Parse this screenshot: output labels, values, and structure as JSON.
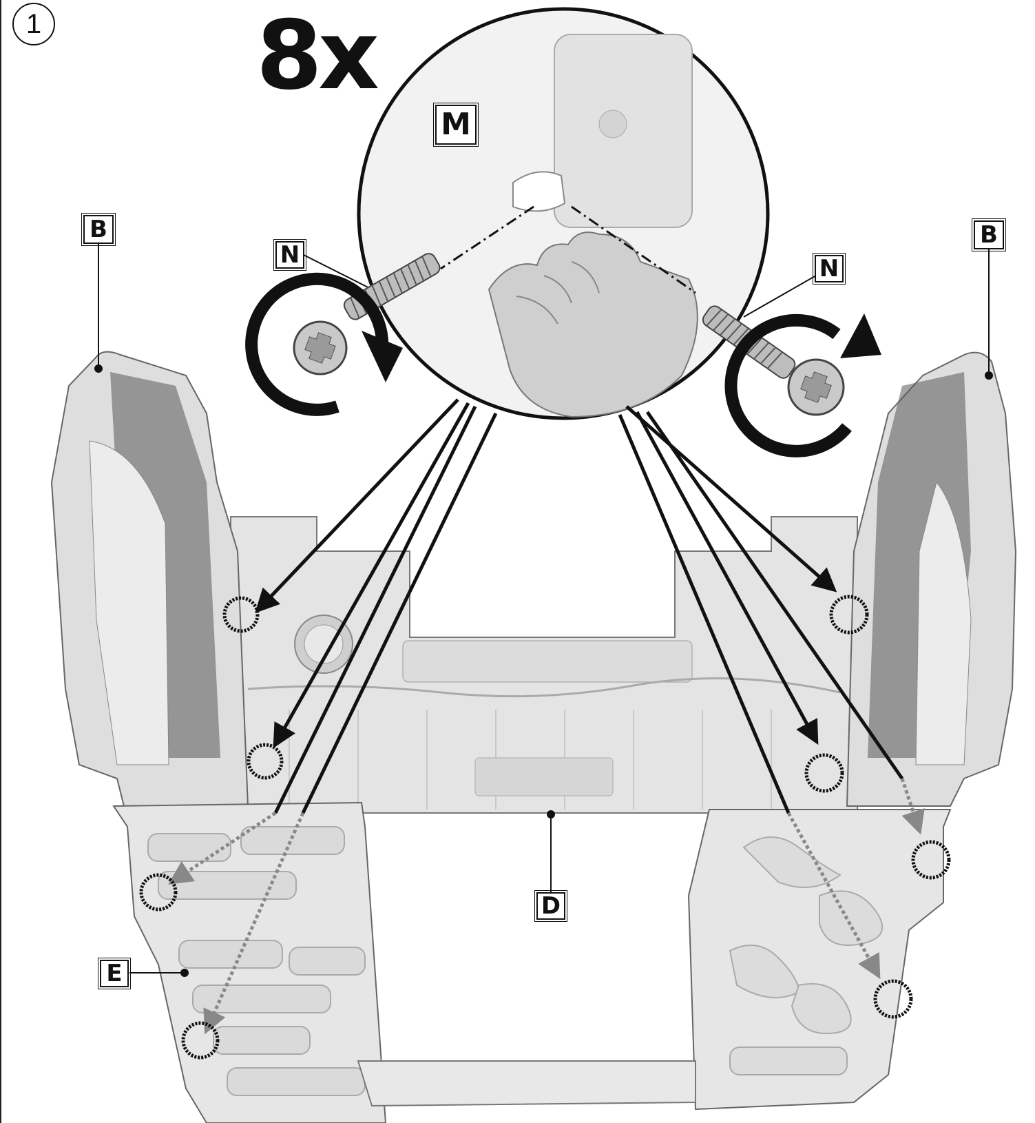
{
  "step": {
    "number": "1"
  },
  "quantity": "8x",
  "parts": {
    "B_left": "B",
    "B_right": "B",
    "N_left": "N",
    "N_right": "N",
    "M": "M",
    "D": "D",
    "E": "E"
  },
  "icons": [
    "screw-icon",
    "clockwise-arrow-icon",
    "counterclockwise-arrow-icon",
    "hole-target-icon",
    "pointer-arrow-icon"
  ]
}
